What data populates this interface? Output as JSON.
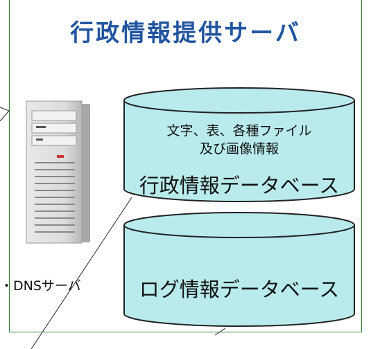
{
  "title": "行政情報提供サーバ",
  "server_label": "・DNSサーバ",
  "db1": {
    "line1": "文字、表、各種ファイル",
    "line2": "及び画像情報",
    "name": "行政情報データベース"
  },
  "db2": {
    "name": "ログ情報データベース"
  },
  "colors": {
    "cylinder_fill": "#b9ebec",
    "frame": "#2e7d32",
    "title": "#2255a0"
  }
}
